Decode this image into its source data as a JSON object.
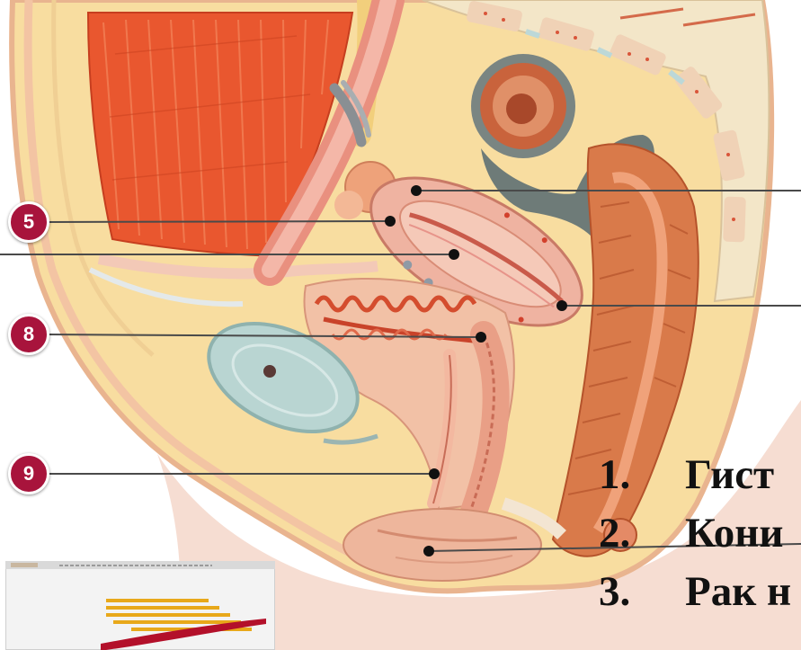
{
  "markers": [
    {
      "label": "5"
    },
    {
      "label": "8"
    },
    {
      "label": "9"
    }
  ],
  "list": [
    {
      "number": "1.",
      "text": "Гист"
    },
    {
      "number": "2.",
      "text": "Кони"
    },
    {
      "number": "3.",
      "text": "Рак н"
    }
  ],
  "colors": {
    "marker": "#a8143c",
    "leader_line": "#4a4a4a",
    "text": "#111111",
    "muscle": "#e9572f",
    "fat": "#f8dda0",
    "bone": "#b9d5d2"
  }
}
